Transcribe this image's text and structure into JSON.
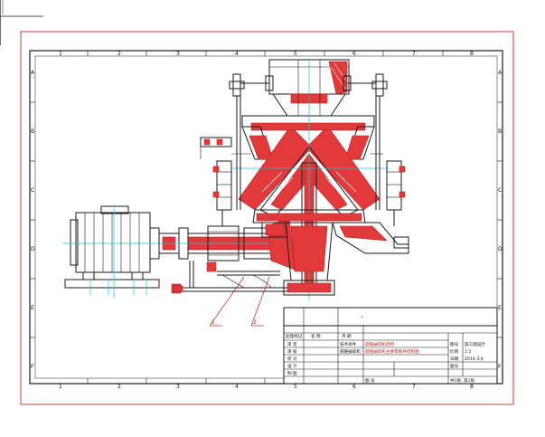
{
  "sheet": {
    "zone_columns": [
      "1",
      "2",
      "3",
      "4",
      "5",
      "6",
      "7",
      "8"
    ],
    "zone_rows": [
      "A",
      "B",
      "C",
      "D",
      "E",
      "F"
    ]
  },
  "callouts": [
    {
      "label": "1"
    },
    {
      "label": "2"
    }
  ],
  "title_block": {
    "top_mark": "*",
    "header_cells": [
      "处理标记",
      "名 称",
      "月 期"
    ],
    "rows": [
      {
        "role": "审 定",
        "content": "技术条件"
      },
      {
        "role": "审 核",
        "content": "圆锥破碎机"
      },
      {
        "role": "校 对",
        "content": ""
      },
      {
        "role": "设 计",
        "content": ""
      },
      {
        "role": "制 图",
        "content": ""
      }
    ],
    "red_line_1": "圆锥破碎机结构",
    "red_line_2": "圆锥破碎机主要零部件结构图",
    "right_labels": [
      "图号",
      "比例",
      "日期",
      "图号"
    ],
    "right_values": [
      "施工图设计",
      "1:1",
      "2014-3-4",
      ""
    ],
    "sheet_info": "共1张, 第1张",
    "drawing_no_label": "图 号"
  },
  "colors": {
    "frame": "#d0383a",
    "outline": "#1a1a1a",
    "section": "#e23a3a",
    "centerline": "#1ac4d8"
  }
}
